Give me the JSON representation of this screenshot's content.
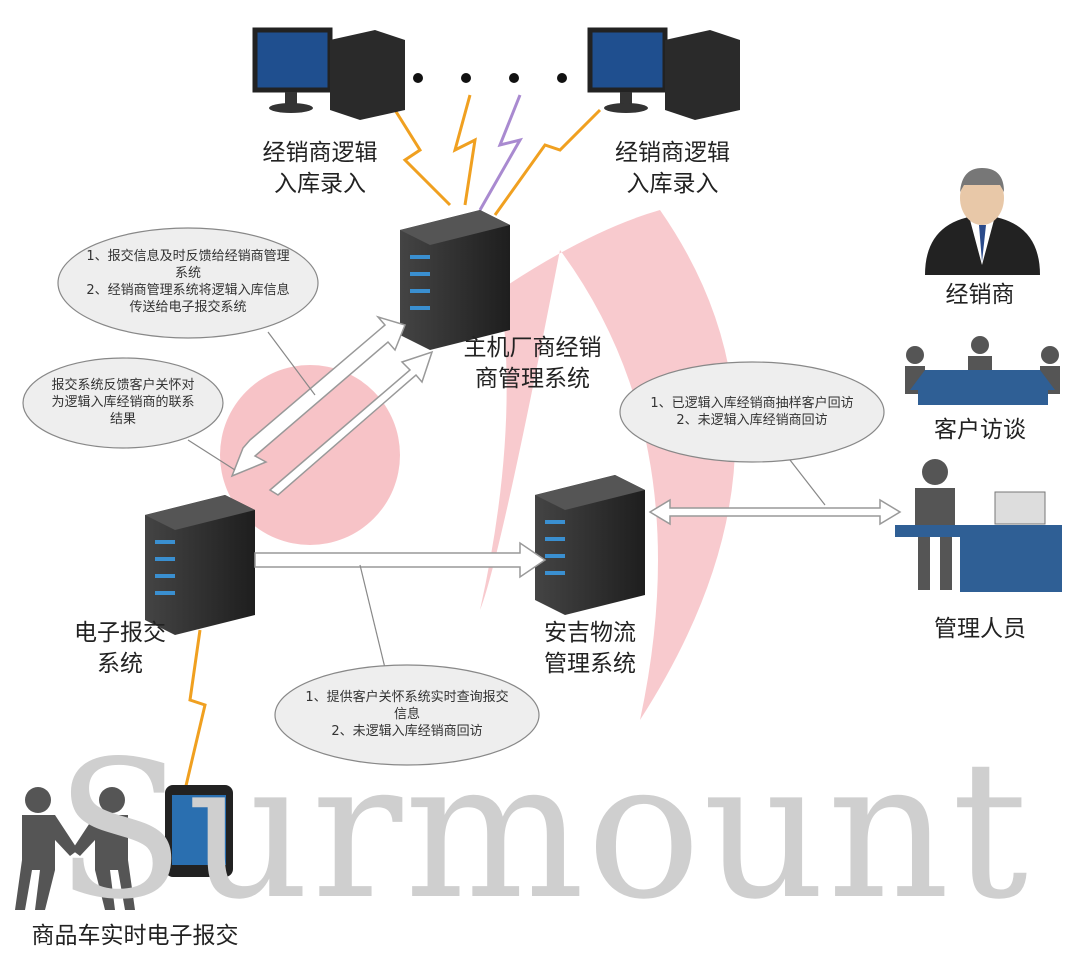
{
  "watermark": "Surmount",
  "nodes": {
    "dealer_input_left": "经销商逻辑\n入库录入",
    "dealer_input_right": "经销商逻辑\n入库录入",
    "oem_system": "主机厂商经销\n商管理系统",
    "ereport_system": "电子报交\n系统",
    "logistics_system": "安吉物流\n管理系统",
    "dealer": "经销商",
    "customer_interview": "客户访谈",
    "manager": "管理人员",
    "realtime_report": "商品车实时电子报交"
  },
  "notes": {
    "oem_feedback": "1、报交信息及时反馈给经销商管理\n系统\n2、经销商管理系统将逻辑入库信息\n传送给电子报交系统",
    "care_feedback": "报交系统反馈客户关怀对\n为逻辑入库经销商的联系\n结果",
    "logistics_query": "1、提供客户关怀系统实时查询报交\n信息\n2、未逻辑入库经销商回访",
    "visit": "1、已逻辑入库经销商抽样客户回访\n2、未逻辑入库经销商回访"
  },
  "colors": {
    "server": "#2b2b2b",
    "led": "#3a8fd0",
    "bolt": "#f0a020",
    "screen": "#1f4f8f",
    "desk": "#2f5f95",
    "pink": "#f6b8bd"
  }
}
